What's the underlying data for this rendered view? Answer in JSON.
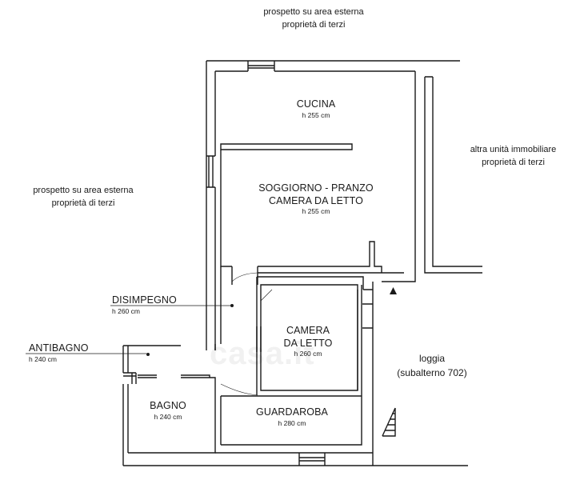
{
  "notes": {
    "top": [
      "prospetto su area esterna",
      "proprietà di terzi"
    ],
    "left": [
      "prospetto su area esterna",
      "proprietà di terzi"
    ],
    "right": [
      "altra unità immobiliare",
      "proprietà di terzi"
    ],
    "loggia": [
      "loggia",
      "(subalterno 702)"
    ]
  },
  "rooms": {
    "cucina": {
      "name": "CUCINA",
      "height": "h 255 cm"
    },
    "soggiorno": {
      "name_line1": "SOGGIORNO - PRANZO",
      "name_line2": "CAMERA DA LETTO",
      "height": "h 255 cm"
    },
    "camera": {
      "name_line1": "CAMERA",
      "name_line2": "DA LETTO",
      "height": "h 260 cm"
    },
    "bagno": {
      "name": "BAGNO",
      "height": "h 240 cm"
    },
    "guardaroba": {
      "name": "GUARDAROBA",
      "height": "h 280 cm"
    }
  },
  "leaders": {
    "disimpegno": {
      "name": "DISIMPEGNO",
      "height": "h 260 cm"
    },
    "antibagno": {
      "name": "ANTIBAGNO",
      "height": "h 240 cm"
    }
  },
  "watermark": "casa.it",
  "colors": {
    "wall": "#1a1a1a",
    "background": "#ffffff"
  }
}
